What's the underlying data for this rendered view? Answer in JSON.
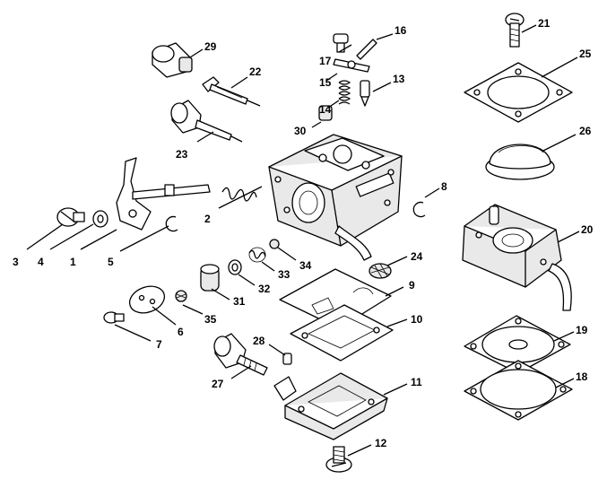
{
  "labels": [
    "1",
    "2",
    "3",
    "4",
    "5",
    "6",
    "7",
    "8",
    "9",
    "10",
    "11",
    "12",
    "13",
    "14",
    "15",
    "16",
    "17",
    "18",
    "19",
    "20",
    "21",
    "22",
    "23",
    "24",
    "25",
    "26",
    "27",
    "28",
    "29",
    "30",
    "31",
    "32",
    "33",
    "34",
    "35"
  ]
}
